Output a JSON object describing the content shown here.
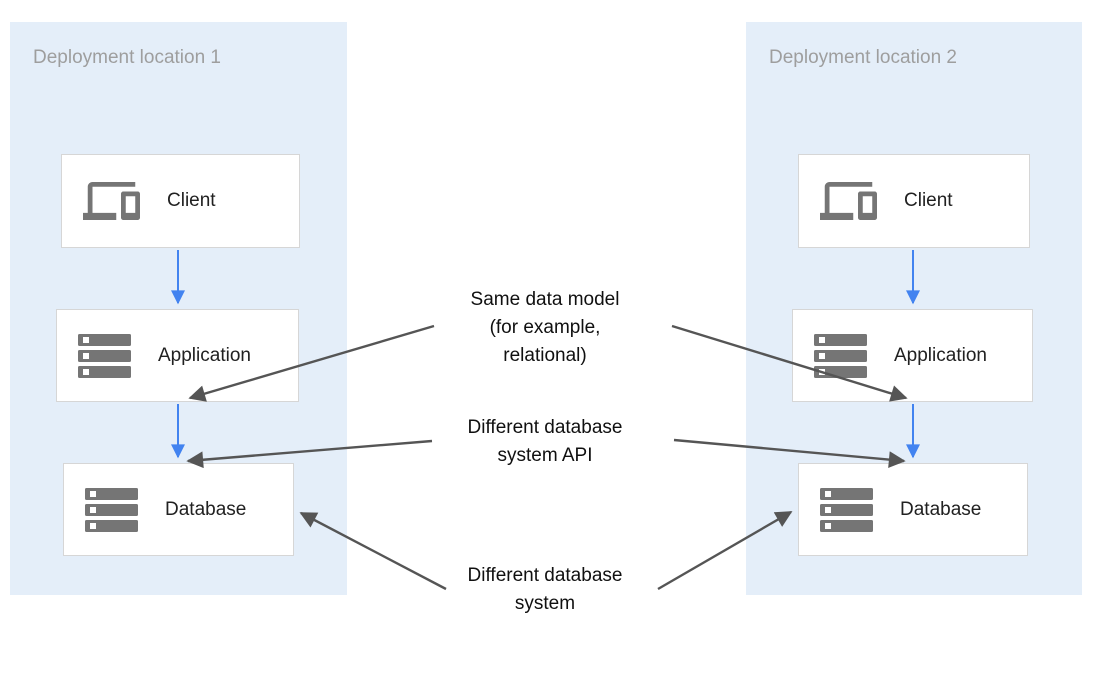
{
  "diagram": {
    "panels": [
      {
        "title": "Deployment location 1",
        "nodes": [
          {
            "label": "Client",
            "icon": "devices-icon"
          },
          {
            "label": "Application",
            "icon": "server-stack-icon"
          },
          {
            "label": "Database",
            "icon": "server-stack-icon"
          }
        ]
      },
      {
        "title": "Deployment location 2",
        "nodes": [
          {
            "label": "Client",
            "icon": "devices-icon"
          },
          {
            "label": "Application",
            "icon": "server-stack-icon"
          },
          {
            "label": "Database",
            "icon": "server-stack-icon"
          }
        ]
      }
    ],
    "annotations": [
      {
        "text": "Same data model\n(for example,\nrelational)",
        "points_to": "application boxes"
      },
      {
        "text": "Different database\nsystem API",
        "points_to": "database box tops"
      },
      {
        "text": "Different database\nsystem",
        "points_to": "database boxes"
      }
    ],
    "colors": {
      "panel_background": "#e4eef9",
      "node_background": "#ffffff",
      "node_border": "#d6d6d6",
      "icon_gray": "#757575",
      "flow_arrow_blue": "#4283f0",
      "annotation_arrow_gray": "#555555",
      "panel_title_gray": "#9e9e9e",
      "node_label": "#212121",
      "annotation_text": "#101010"
    }
  }
}
